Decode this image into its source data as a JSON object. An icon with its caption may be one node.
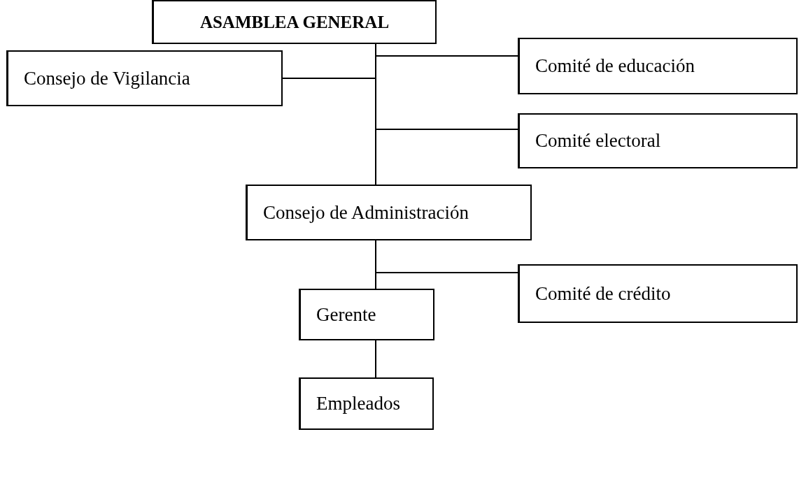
{
  "diagram": {
    "nodes": [
      {
        "text": [
          "ASAMBLEA GENERAL"
        ]
      },
      {
        "text": [
          "Comité de educación"
        ]
      },
      {
        "text": [
          "Consejo de Vigilancia"
        ]
      },
      {
        "text": [
          "Comité electoral"
        ]
      },
      {
        "text": [
          "Consejo de Administración"
        ]
      },
      {
        "text": [
          "Comité de crédito"
        ]
      },
      {
        "text": [
          "Gerente"
        ]
      },
      {
        "text": [
          "Empleados"
        ]
      }
    ],
    "edges": [
      {
        "from": 0,
        "to": 1,
        "arrow": "none"
      },
      {
        "from": 0,
        "to": 2,
        "arrow": "none"
      },
      {
        "from": 0,
        "to": 3,
        "arrow": "none"
      },
      {
        "from": 0,
        "to": 4,
        "arrow": "none"
      },
      {
        "from": 4,
        "to": 5,
        "arrow": "none"
      },
      {
        "from": 4,
        "to": 6,
        "arrow": "none"
      },
      {
        "from": 6,
        "to": 7,
        "arrow": "none"
      }
    ]
  }
}
